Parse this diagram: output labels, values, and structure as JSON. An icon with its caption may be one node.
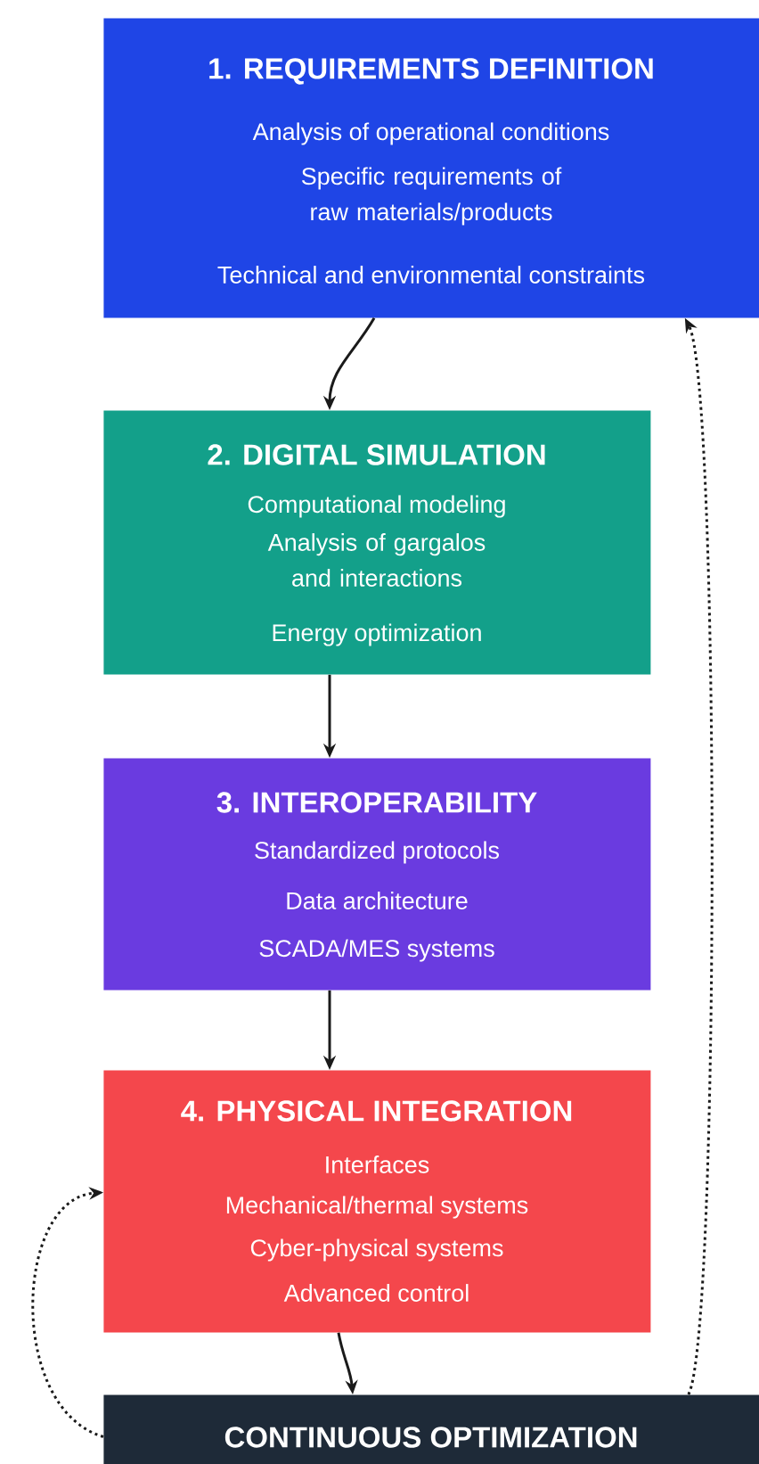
{
  "diagram": {
    "nodes": [
      {
        "text": [
          "1. REQUIREMENTS DEFINITION",
          "Analysis of operational conditions",
          "Specific requirements of raw materials/products",
          "Technical and environmental constraints"
        ]
      },
      {
        "text": [
          "2. DIGITAL SIMULATION",
          "Computational modeling",
          "Analysis of gargalos and interactions",
          "Energy optimization"
        ]
      },
      {
        "text": [
          "3. INTEROPERABILITY",
          "Standardized protocols",
          "Data architecture",
          "SCADA/MES systems"
        ]
      },
      {
        "text": [
          "4. PHYSICAL INTEGRATION",
          "Interfaces",
          "Mechanical/thermal systems",
          "Cyber-physical systems",
          "Advanced control"
        ]
      },
      {
        "text": [
          "CONTINUOUS OPTIMIZATION"
        ]
      }
    ],
    "edges": [
      {
        "from": 0,
        "to": 1,
        "arrow": "to"
      },
      {
        "from": 1,
        "to": 2,
        "arrow": "to"
      },
      {
        "from": 2,
        "to": 3,
        "arrow": "to"
      },
      {
        "from": 3,
        "to": 4,
        "arrow": "to"
      },
      {
        "from": 4,
        "to": 3,
        "arrow": "to",
        "style": "dashed"
      },
      {
        "from": 4,
        "to": 0,
        "arrow": "to",
        "style": "dashed"
      }
    ]
  }
}
